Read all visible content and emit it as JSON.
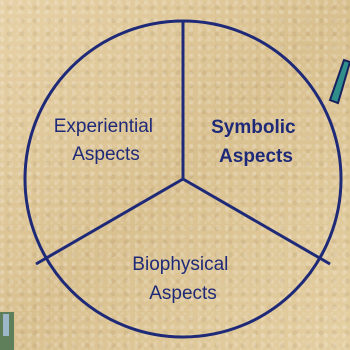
{
  "diagram": {
    "segments": [
      {
        "id": "experiential",
        "lines": [
          "Experiential",
          "Aspects"
        ],
        "bold": false
      },
      {
        "id": "symbolic",
        "lines": [
          "Symbolic",
          "Aspects"
        ],
        "bold": true
      },
      {
        "id": "biophysical",
        "lines": [
          "Biophysical",
          "Aspects"
        ],
        "bold": false
      }
    ]
  },
  "colors": {
    "outline": "#1e2a78",
    "text": "#1e2a78",
    "arrow_fill": "#2f8f8a",
    "arrow_outline": "#17215e"
  }
}
